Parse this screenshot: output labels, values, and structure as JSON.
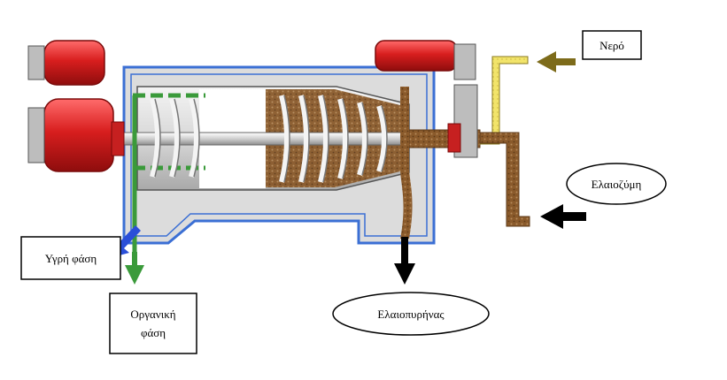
{
  "labels": {
    "water": "Νερό",
    "paste": "Ελαιοζύμη",
    "liquid_phase": "Υγρή φάση",
    "organic_phase_line1": "Οργανική",
    "organic_phase_line2": "φάση",
    "pomace": "Ελαιοπυρήνας"
  },
  "colors": {
    "motor_red": "#d81e1e",
    "housing_blue": "#3b6fd4",
    "casing_gray": "#d4d4d4",
    "pomace_brown": "#8a5a2b",
    "water_pipe_yellow": "#f2e46a",
    "liquid_arrow_blue": "#2a4fd8",
    "organic_arrow_green": "#3a9a3a",
    "water_arrow_olive": "#7d6b1a",
    "arrow_black": "#000000"
  }
}
